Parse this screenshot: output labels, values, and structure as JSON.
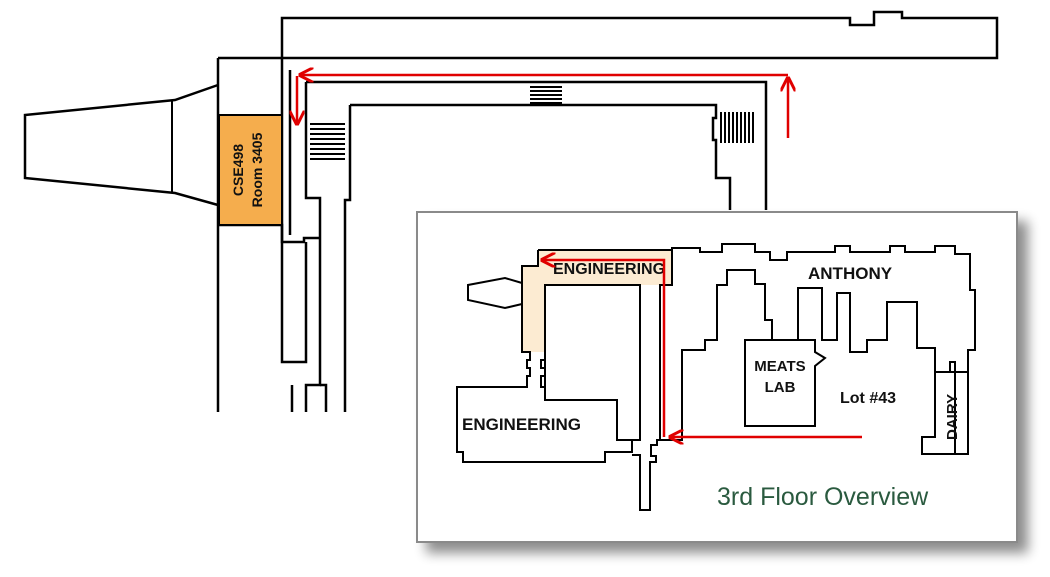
{
  "floor_plan": {
    "room_label_line1": "CSE498",
    "room_label_line2": "Room 3405",
    "room_color": "#f5ad4d"
  },
  "overview": {
    "title": "3rd Floor Overview",
    "title_color": "#2a5a3f",
    "labels": {
      "engineering_top": "ENGINEERING",
      "engineering_bottom": "ENGINEERING",
      "anthony": "ANTHONY",
      "meats_line1": "MEATS",
      "meats_line2": "LAB",
      "lot": "Lot #43",
      "dairy": "DAIRY"
    },
    "highlight_color": "#fcebd2"
  },
  "route_color": "#e00000"
}
